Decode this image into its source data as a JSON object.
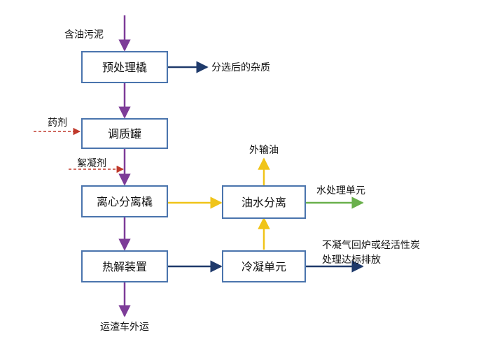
{
  "colors": {
    "purple": "#7d3c98",
    "navy": "#1f3a6b",
    "yellow": "#f0c419",
    "green": "#6ab04c",
    "red_dashed": "#c0392b",
    "box_border": "#4a74ad"
  },
  "nodes": {
    "pretreatment": "预处理橇",
    "conditioning": "调质罐",
    "centrifuge": "离心分离橇",
    "pyrolysis": "热解装置",
    "oil_water": "油水分离",
    "condensing": "冷凝单元"
  },
  "labels": {
    "input_sludge": "含油污泥",
    "sorted_impurities": "分选后的杂质",
    "reagent": "药剂",
    "flocculant": "絮凝剂",
    "export_oil": "外输油",
    "water_treatment": "水处理单元",
    "noncondensable_line1": "不凝气回炉或经活性炭",
    "noncondensable_line2": "处理达标排放",
    "residue_transport": "运渣车外运"
  }
}
